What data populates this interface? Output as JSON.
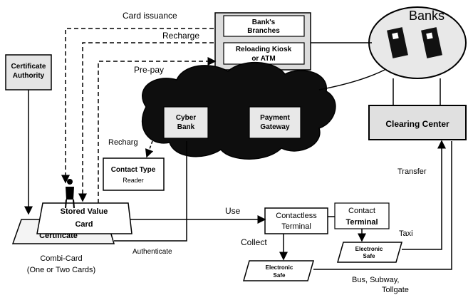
{
  "diagram": {
    "flows": {
      "card_issuance": "Card issuance",
      "recharge_top": "Recharge",
      "pre_pay": "Pre-pay",
      "recharge_cyber": "Recharg",
      "use": "Use",
      "collect": "Collect",
      "authenticate": "Authenticate",
      "transfer": "Transfer",
      "taxi": "Taxi",
      "bus_line1": "Bus, Subway,",
      "bus_line2": "Tollgate"
    },
    "nodes": {
      "banks": "Banks",
      "branches_line1": "Bank's",
      "branches_line2": "Branches",
      "kiosk_line1": "Reloading Kiosk",
      "kiosk_line2": "or ATM",
      "ca_line1": "Certificate",
      "ca_line2": "Authority",
      "cyber_line1": "Cyber",
      "cyber_line2": "Bank",
      "gateway_line1": "Payment",
      "gateway_line2": "Gateway",
      "clearing": "Clearing Center",
      "reader_line1": "Contact Type",
      "reader_line2": "Reader",
      "svc_line1": "Stored Value",
      "svc_line2": "Card",
      "certificate": "Certificate",
      "combi_line1": "Combi-Card",
      "combi_line2": "(One or Two Cards)",
      "contactless_line1": "Contactless",
      "contactless_line2": "Terminal",
      "contact_line1": "Contact",
      "contact_line2": "Terminal",
      "esafe1_line1": "Electronic",
      "esafe1_line2": "Safe",
      "esafe2_line1": "Electronic",
      "esafe2_line2": "Safe"
    }
  }
}
